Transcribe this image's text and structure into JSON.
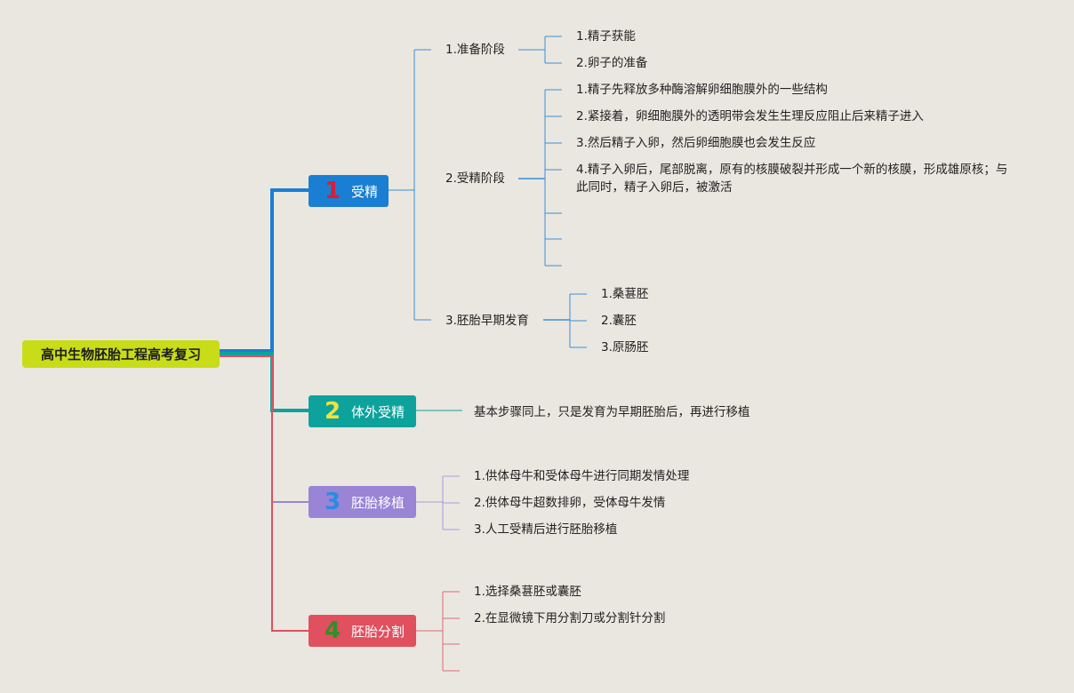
{
  "root": {
    "label": "高中生物胚胎工程高考复习",
    "color": "#c8dc18"
  },
  "branches": [
    {
      "num": "1",
      "label": "受精",
      "color": "#1a7fd2",
      "num_color": "#d21f3c",
      "children": [
        {
          "label": "1.准备阶段",
          "children": [
            "1.精子获能",
            "2.卵子的准备"
          ]
        },
        {
          "label": "2.受精阶段",
          "children": [
            "1.精子先释放多种酶溶解卵细胞膜外的一些结构",
            "2.紧接着，卵细胞膜外的透明带会发生生理反应阻止后来精子进入",
            "3.然后精子入卵，然后卵细胞膜也会发生反应",
            "4.精子入卵后，尾部脱离，原有的核膜破裂并形成一个新的核膜，形成雄原核；与此同时，精子入卵后，被激活",
            "",
            "",
            ""
          ]
        },
        {
          "label": "3.胚胎早期发育",
          "children": [
            "1.桑葚胚",
            "2.囊胚",
            "3.原肠胚"
          ]
        }
      ]
    },
    {
      "num": "2",
      "label": "体外受精",
      "color": "#0da39c",
      "num_color": "#f2e23a",
      "children": [
        "基本步骤同上，只是发育为早期胚胎后，再进行移植"
      ]
    },
    {
      "num": "3",
      "label": "胚胎移植",
      "color": "#9a84d6",
      "num_color": "#2a8be0",
      "children": [
        "1.供体母牛和受体母牛进行同期发情处理",
        "2.供体母牛超数排卵，受体母牛发情",
        "3.人工受精后进行胚胎移植"
      ]
    },
    {
      "num": "4",
      "label": "胚胎分割",
      "color": "#e0505f",
      "num_color": "#2f8f2a",
      "children": [
        "1.选择桑葚胚或囊胚",
        "2.在显微镜下用分割刀或分割针分割",
        "",
        ""
      ]
    }
  ]
}
